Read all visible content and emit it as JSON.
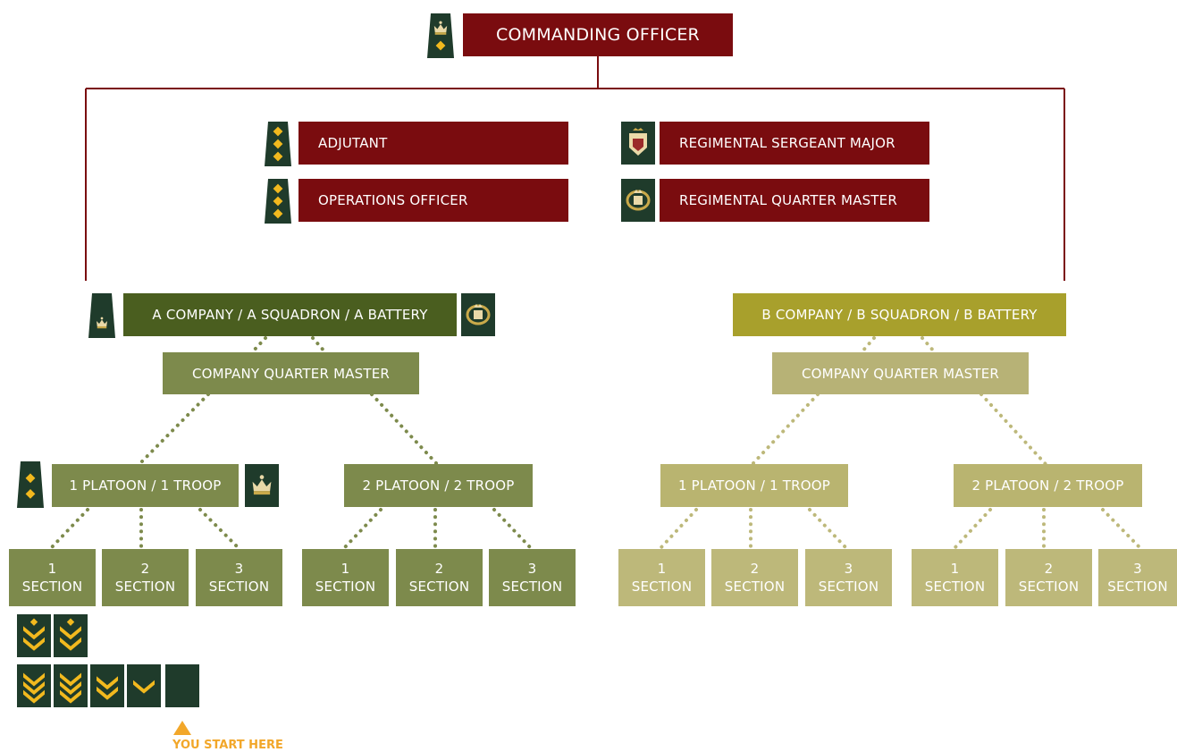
{
  "commanding_officer": "COMMANDING OFFICER",
  "staff": {
    "adjutant": "ADJUTANT",
    "operations_officer": "OPERATIONS OFFICER",
    "rsm": "REGIMENTAL SERGEANT MAJOR",
    "rqm": "REGIMENTAL QUARTER MASTER"
  },
  "company_a": {
    "title": "A COMPANY / A SQUADRON / A BATTERY",
    "quarter_master": "COMPANY QUARTER MASTER",
    "platoon_1": "1 PLATOON / 1 TROOP",
    "platoon_2": "2 PLATOON / 2 TROOP",
    "sections": [
      {
        "number": "1",
        "label": "SECTION"
      },
      {
        "number": "2",
        "label": "SECTION"
      },
      {
        "number": "3",
        "label": "SECTION"
      }
    ]
  },
  "company_b": {
    "title": "B COMPANY / B SQUADRON / B BATTERY",
    "quarter_master": "COMPANY QUARTER MASTER",
    "platoon_1": "1 PLATOON / 1 TROOP",
    "platoon_2": "2 PLATOON / 2 TROOP",
    "sections": [
      {
        "number": "1",
        "label": "SECTION"
      },
      {
        "number": "2",
        "label": "SECTION"
      },
      {
        "number": "3",
        "label": "SECTION"
      }
    ]
  },
  "start_label": "YOU START HERE",
  "colors": {
    "command": "#7a0c0f",
    "company_a": "#4a5e1f",
    "company_a_light": "#7d8a4c",
    "company_b": "#a8a02c",
    "company_b_light": "#bdb87a",
    "insignia_bg": "#1f3b2b",
    "insignia_gold": "#f2b91e",
    "start_marker": "#f2a72a"
  }
}
